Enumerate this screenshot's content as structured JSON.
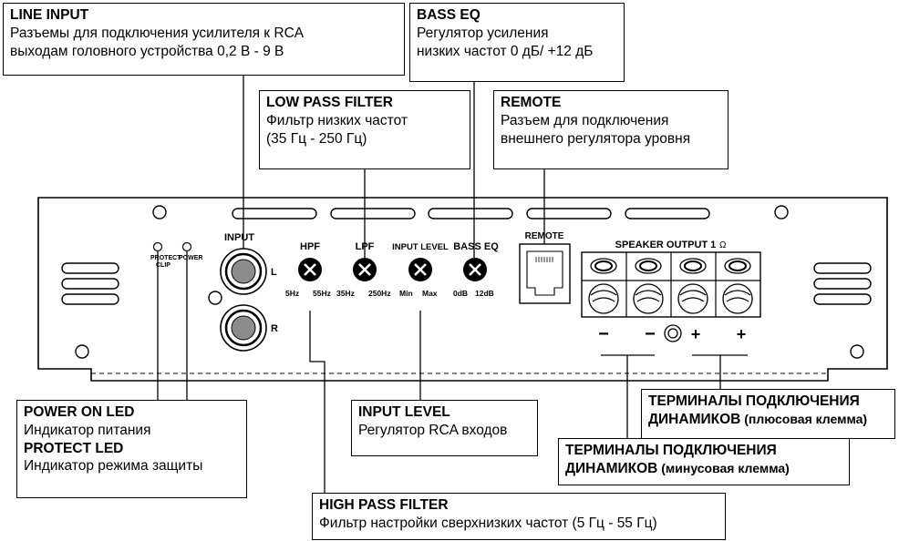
{
  "callouts": {
    "line_input": {
      "title": "LINE INPUT",
      "lines": [
        "Разъемы для подключения усилителя к RCA",
        "выходам головного устройства 0,2 В - 9 В"
      ]
    },
    "bass_eq": {
      "title": "BASS EQ",
      "lines": [
        "Регулятор усиления",
        "низких частот 0 дБ/ +12 дБ"
      ]
    },
    "low_pass": {
      "title": "LOW PASS FILTER",
      "lines": [
        "Фильтр низких частот",
        "(35 Гц - 250 Гц)"
      ]
    },
    "remote": {
      "title": "REMOTE",
      "lines": [
        "Разъем для подключения",
        "внешнего регулятора уровня"
      ]
    },
    "power_protect": {
      "title": "POWER ON LED",
      "line1": "Индикатор питания",
      "title2": "PROTECT LED",
      "line2": "Индикатор режима защиты"
    },
    "input_level": {
      "title": "INPUT LEVEL",
      "lines": [
        "Регулятор RCA входов"
      ]
    },
    "terminals_plus": {
      "line1": "ТЕРМИНАЛЫ ПОДКЛЮЧЕНИЯ",
      "line2_bold": "ДИНАМИКОВ",
      "line2_rest": " (плюсовая клемма)"
    },
    "terminals_minus": {
      "line1": "ТЕРМИНАЛЫ ПОДКЛЮЧЕНИЯ",
      "line2_bold": "ДИНАМИКОВ",
      "line2_rest": " (минусовая клемма)"
    },
    "high_pass": {
      "title": "HIGH PASS FILTER",
      "lines": [
        "Фильтр настройки сверхнизких частот (5 Гц - 55 Гц)"
      ]
    }
  },
  "panel": {
    "input_label": "INPUT",
    "l": "L",
    "r": "R",
    "protect": "PROTECT",
    "clip": "CLIP",
    "power": "POWER",
    "hpf": "HPF",
    "hpf_min": "5Hz",
    "hpf_max": "55Hz",
    "lpf": "LPF",
    "lpf_min": "35Hz",
    "lpf_max": "250Hz",
    "input_level": "INPUT LEVEL",
    "il_min": "Min",
    "il_max": "Max",
    "bass_eq": "BASS EQ",
    "be_min": "0dB",
    "be_max": "12dB",
    "remote": "REMOTE",
    "speaker_output": "SPEAKER OUTPUT 1",
    "ohm": "Ω",
    "minus": "−",
    "plus": "+"
  }
}
